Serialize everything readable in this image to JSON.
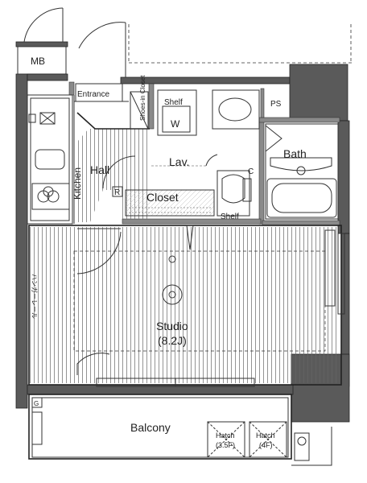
{
  "floorplan": {
    "rooms": {
      "mb": "MB",
      "entrance": "Entrance",
      "shoes_in_closet": "Shoes-in Closet",
      "shelf_top": "Shelf",
      "washer": "W",
      "ps": "PS",
      "lav": "Lav.",
      "bath": "Bath",
      "hall": "Hall",
      "kitchen": "Kitchen",
      "closet": "Closet",
      "shelf_toilet": "Shelf",
      "studio": "Studio",
      "studio_area": "(8.2J)",
      "balcony": "Balcony",
      "hatch1_name": "Hatch",
      "hatch1_floor": "(3.5F)",
      "hatch2_name": "Hatch",
      "hatch2_floor": "(4F)",
      "hanger_rail": "ハンガーレール"
    },
    "symbols": {
      "refrigerator": "R",
      "toilet_cabinet": "C",
      "gas_meter": "G"
    },
    "colors": {
      "wall": "#5a5a5a",
      "line": "#222222",
      "background": "#ffffff"
    }
  }
}
